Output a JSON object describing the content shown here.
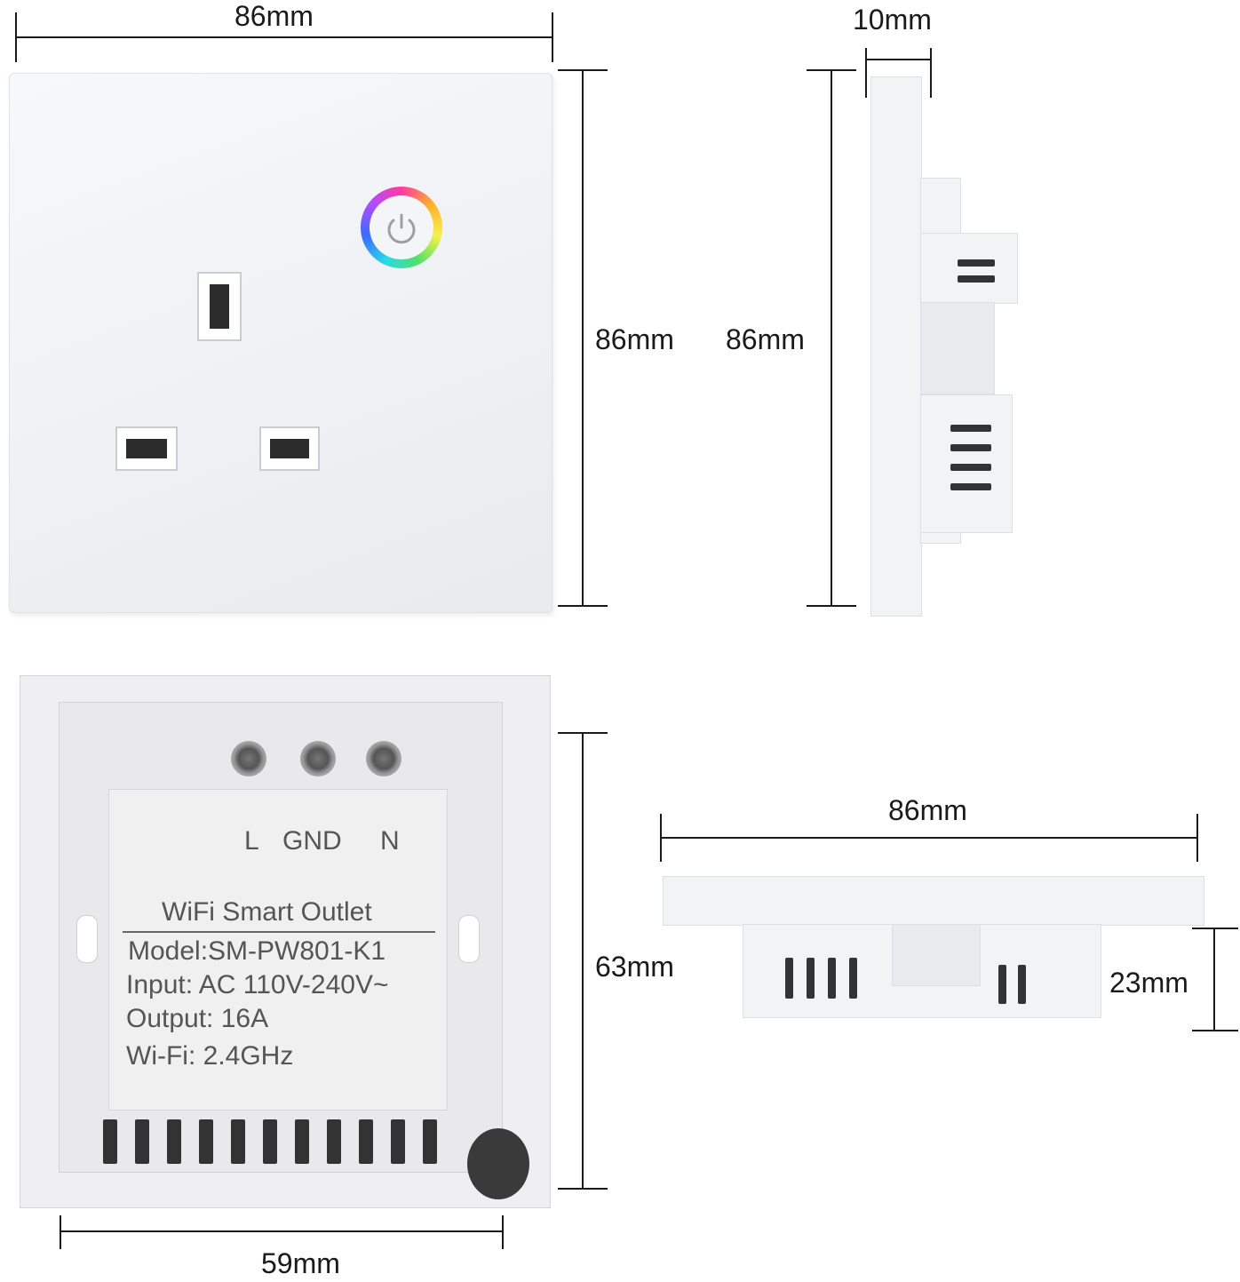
{
  "dimensions": {
    "front_width": "86mm",
    "front_height": "86mm",
    "side_height": "86mm",
    "side_depth": "10mm",
    "back_height": "63mm",
    "back_width": "59mm",
    "top_width": "86mm",
    "top_depth": "23mm"
  },
  "terminals": {
    "l": "L",
    "gnd": "GND",
    "n": "N"
  },
  "label": {
    "title": "WiFi Smart Outlet",
    "model": "Model:SM-PW801-K1",
    "input": "Input: AC 110V-240V~",
    "output": "Output: 16A",
    "wifi": "Wi-Fi: 2.4GHz"
  },
  "colors": {
    "dimension_line": "#1a1a1a",
    "plate": "#f2f3f5"
  },
  "icons": {
    "power": "power-icon"
  }
}
